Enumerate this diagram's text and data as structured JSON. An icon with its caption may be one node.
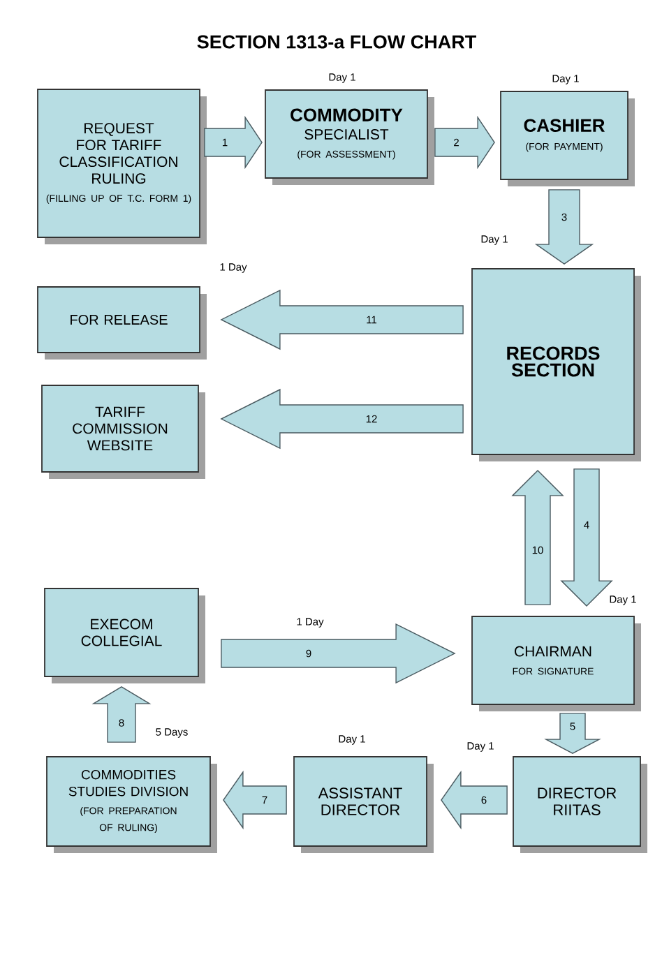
{
  "diagram": {
    "title": "SECTION 1313-a FLOW CHART",
    "nodes": [
      {
        "text": [
          "REQUEST FOR TARIFF CLASSIFICATION RULING",
          "(FILLING UP OF T.C. FORM 1)"
        ]
      },
      {
        "text": [
          "COMMODITY",
          "SPECIALIST",
          "(FOR ASSESSMENT)"
        ],
        "beside": [
          "Day 1"
        ]
      },
      {
        "text": [
          "CASHIER",
          "(FOR PAYMENT)"
        ],
        "beside": [
          "Day 1"
        ]
      },
      {
        "text": [
          "RECORDS SECTION"
        ],
        "beside": [
          "Day 1"
        ]
      },
      {
        "text": [
          "FOR RELEASE"
        ]
      },
      {
        "text": [
          "TARIFF COMMISSION WEBSITE"
        ]
      },
      {
        "text": [
          "EXECOM COLLEGIAL"
        ]
      },
      {
        "text": [
          "CHAIRMAN",
          "FOR SIGNATURE"
        ],
        "beside": [
          "Day 1"
        ]
      },
      {
        "text": [
          "COMMODITIES STUDIES DIVISION",
          "(FOR PREPARATION OF RULING)"
        ]
      },
      {
        "text": [
          "ASSISTANT DIRECTOR"
        ],
        "beside": [
          "Day 1"
        ]
      },
      {
        "text": [
          "DIRECTOR RIITAS"
        ],
        "beside": [
          "Day 1"
        ]
      }
    ],
    "edges": [
      {
        "from": 0,
        "to": 1,
        "arrow": "to",
        "label": "1"
      },
      {
        "from": 1,
        "to": 2,
        "arrow": "to",
        "label": "2"
      },
      {
        "from": 2,
        "to": 3,
        "arrow": "to",
        "label": "3"
      },
      {
        "from": 3,
        "to": 7,
        "arrow": "to",
        "label": "4"
      },
      {
        "from": 7,
        "to": 10,
        "arrow": "to",
        "label": "5"
      },
      {
        "from": 10,
        "to": 9,
        "arrow": "to",
        "label": "6"
      },
      {
        "from": 9,
        "to": 8,
        "arrow": "to",
        "label": "7"
      },
      {
        "from": 8,
        "to": 6,
        "arrow": "to",
        "label": "8"
      },
      {
        "from": 6,
        "to": 7,
        "arrow": "to",
        "label": "9"
      },
      {
        "from": 7,
        "to": 3,
        "arrow": "to",
        "label": "10"
      },
      {
        "from": 3,
        "to": 4,
        "arrow": "to",
        "label": "11"
      },
      {
        "from": 3,
        "to": 5,
        "arrow": "to",
        "label": "12"
      }
    ],
    "labels": [
      "1 Day",
      "1 Day",
      "5 Days"
    ]
  }
}
